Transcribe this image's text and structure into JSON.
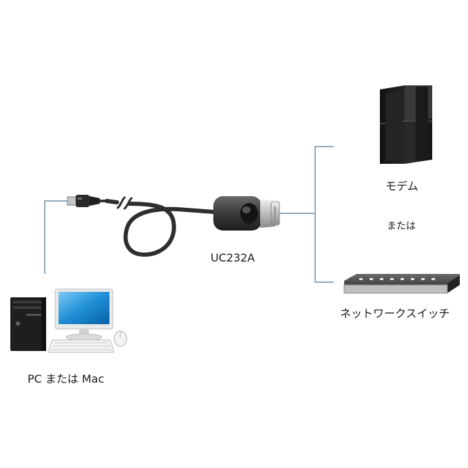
{
  "labels": {
    "pc": "PC または Mac",
    "adapter": "UC232A",
    "modem": "モデム",
    "or": "または",
    "switch": "ネットワークスイッチ"
  },
  "colors": {
    "line": "#8fa9bf",
    "cable": "#2e2e2e",
    "monitor_screen": "#1f8fd6",
    "device_dark": "#1c1c1c"
  },
  "icons": [
    "pc-tower-icon",
    "monitor-icon",
    "keyboard-icon",
    "mouse-icon",
    "usb-plug-icon",
    "cable-break-icon",
    "serial-adapter-icon",
    "modem-console-icon",
    "network-switch-icon"
  ]
}
